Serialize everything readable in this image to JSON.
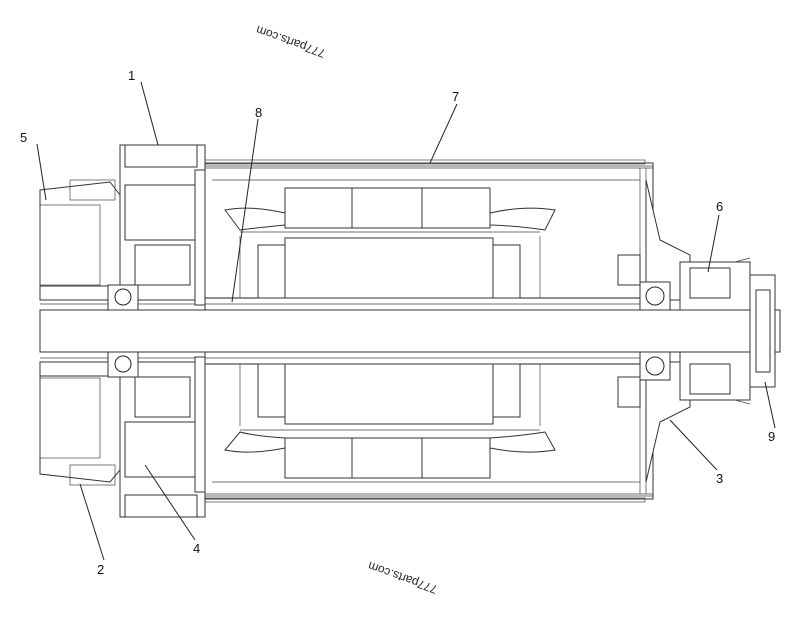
{
  "diagram": {
    "watermark_top": "777parts.com",
    "watermark_bottom": "777parts.com",
    "callouts": [
      {
        "id": "c1",
        "label": "1"
      },
      {
        "id": "c2",
        "label": "2"
      },
      {
        "id": "c3",
        "label": "3"
      },
      {
        "id": "c4",
        "label": "4"
      },
      {
        "id": "c5",
        "label": "5"
      },
      {
        "id": "c6",
        "label": "6"
      },
      {
        "id": "c7",
        "label": "7"
      },
      {
        "id": "c8",
        "label": "8"
      },
      {
        "id": "c9",
        "label": "9"
      }
    ]
  }
}
